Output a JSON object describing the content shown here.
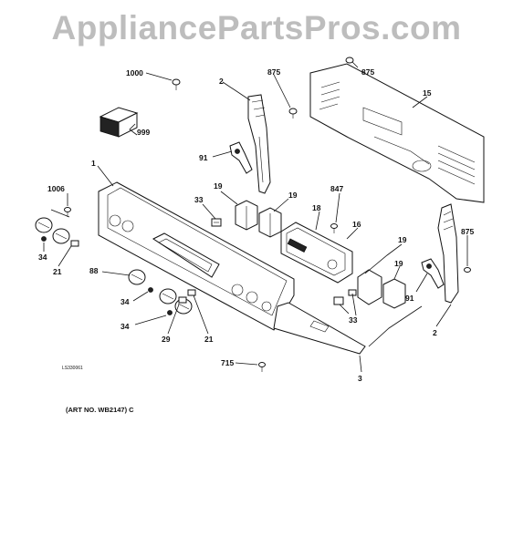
{
  "watermark": "AppliancePartsPros.com",
  "drawing_number": "LS330061",
  "art_number": "(ART NO. WB2147) C",
  "callouts": {
    "c1000": "1000",
    "c999": "999",
    "c2_top": "2",
    "c875_a": "875",
    "c875_b": "875",
    "c15": "15",
    "c91_left": "91",
    "c1": "1",
    "c1006": "1006",
    "c33_top": "33",
    "c19_a": "19",
    "c19_b": "19",
    "c847": "847",
    "c18": "18",
    "c16": "16",
    "c875_right": "875",
    "c34_a": "34",
    "c21_a": "21",
    "c88": "88",
    "c19_c": "19",
    "c19_d": "19",
    "c91_right": "91",
    "c34_b": "34",
    "c34_c": "34",
    "c29": "29",
    "c21_b": "21",
    "c33_bottom": "33",
    "c2_right": "2",
    "c715": "715",
    "c3": "3"
  }
}
